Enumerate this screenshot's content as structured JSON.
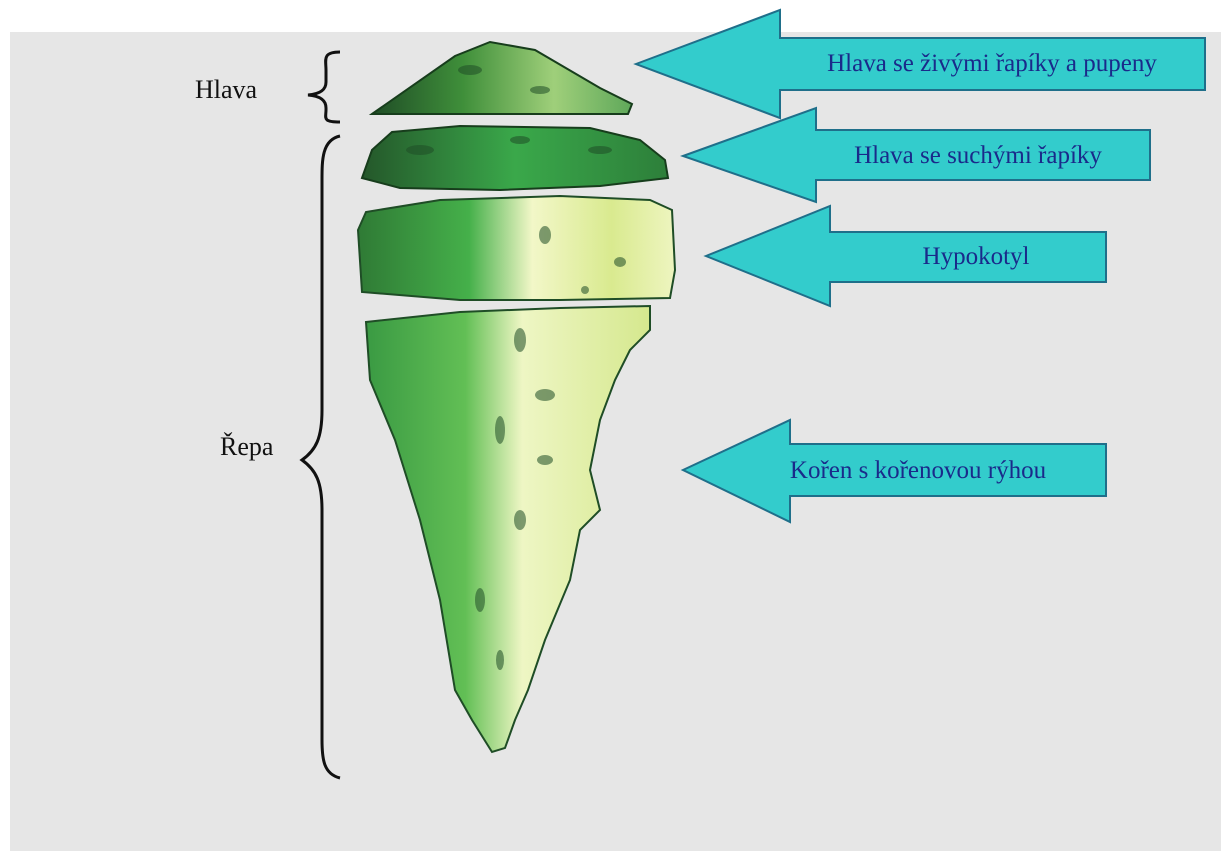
{
  "labels": {
    "head": "Hlava",
    "beet": "Řepa"
  },
  "arrows": [
    {
      "label": "Hlava se živými řapíky a pupeny"
    },
    {
      "label": "Hlava se suchými řapíky"
    },
    {
      "label": "Hypokotyl"
    },
    {
      "label": "Kořen s kořenovou rýhou"
    }
  ],
  "colors": {
    "background": "#e6e6e6",
    "arrow_fill": "#33cccc",
    "arrow_stroke": "#1f6f8a",
    "label_text": "#1a2a8a",
    "beet_green": "#3aa84a",
    "beet_dark": "#1f4d26",
    "beet_light": "#e8f0a8"
  }
}
